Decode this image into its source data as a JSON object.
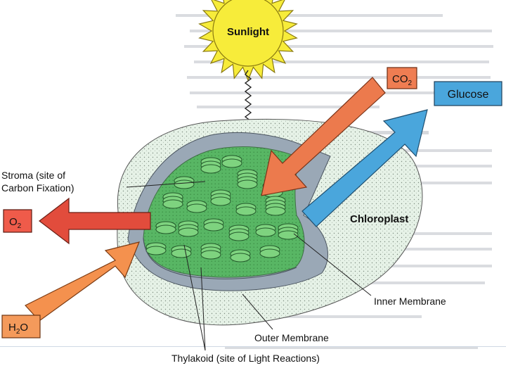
{
  "labels": {
    "sunlight": "Sunlight",
    "co2": "CO",
    "co2_sub": "2",
    "glucose": "Glucose",
    "stroma_line1": "Stroma (site of",
    "stroma_line2": "Carbon Fixation)",
    "o2": "O",
    "o2_sub": "2",
    "chloroplast": "Chloroplast",
    "h2o_main": "H",
    "h2o_sub": "2",
    "h2o_end": "O",
    "inner_membrane": "Inner Membrane",
    "outer_membrane": "Outer Membrane",
    "thylakoid": "Thylakoid (site of Light Reactions)"
  },
  "colors": {
    "sun_fill": "#f7ec3a",
    "sun_stroke": "#8a7a10",
    "membrane_outer": "#e3f0e4",
    "membrane_gray": "#9aa8b6",
    "stroma": "#5fbf6a",
    "thylakoid": "#7ed37f",
    "co2_arrow": "#ec7a4d",
    "glucose_arrow": "#4aa6dc",
    "o2_arrow": "#e24c3c",
    "h2o_arrow": "#f4914e",
    "label_red": "#ef5b4a",
    "label_orange": "#f49a5b",
    "label_blue": "#4aa6dc"
  }
}
